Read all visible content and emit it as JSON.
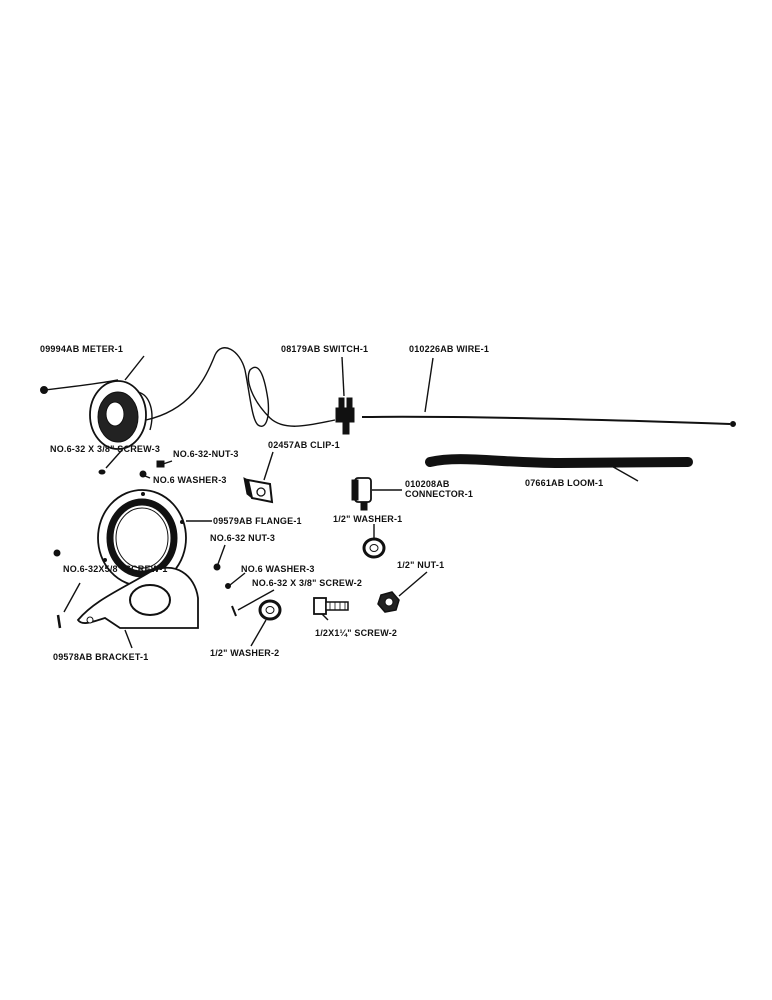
{
  "labels": {
    "meter": "09994AB METER-1",
    "switch": "08179AB SWITCH-1",
    "wire": "010226AB WIRE-1",
    "screw_3_8_3": "NO.6-32 X 3/8\" SCREW-3",
    "nut_3_top": "NO.6-32-NUT-3",
    "washer_3_top": "NO.6 WASHER-3",
    "clip": "02457AB CLIP-1",
    "connector_num": "010208AB",
    "connector_name": "CONNECTOR-1",
    "loom": "07661AB LOOM-1",
    "flange": "09579AB FLANGE-1",
    "washer_half_1": "1/2\" WASHER-1",
    "nut_3_mid": "NO.6-32 NUT-3",
    "nut_half": "1/2\" NUT-1",
    "screw_5_8": "NO.6-32X5/8\" SCREW-1",
    "washer_3_mid": "NO.6 WASHER-3",
    "screw_3_8_2": "NO.6-32 X 3/8\" SCREW-2",
    "screw_half": "1/2X1¼\" SCREW-2",
    "bracket": "09578AB BRACKET-1",
    "washer_half_2": "1/2\" WASHER-2"
  }
}
